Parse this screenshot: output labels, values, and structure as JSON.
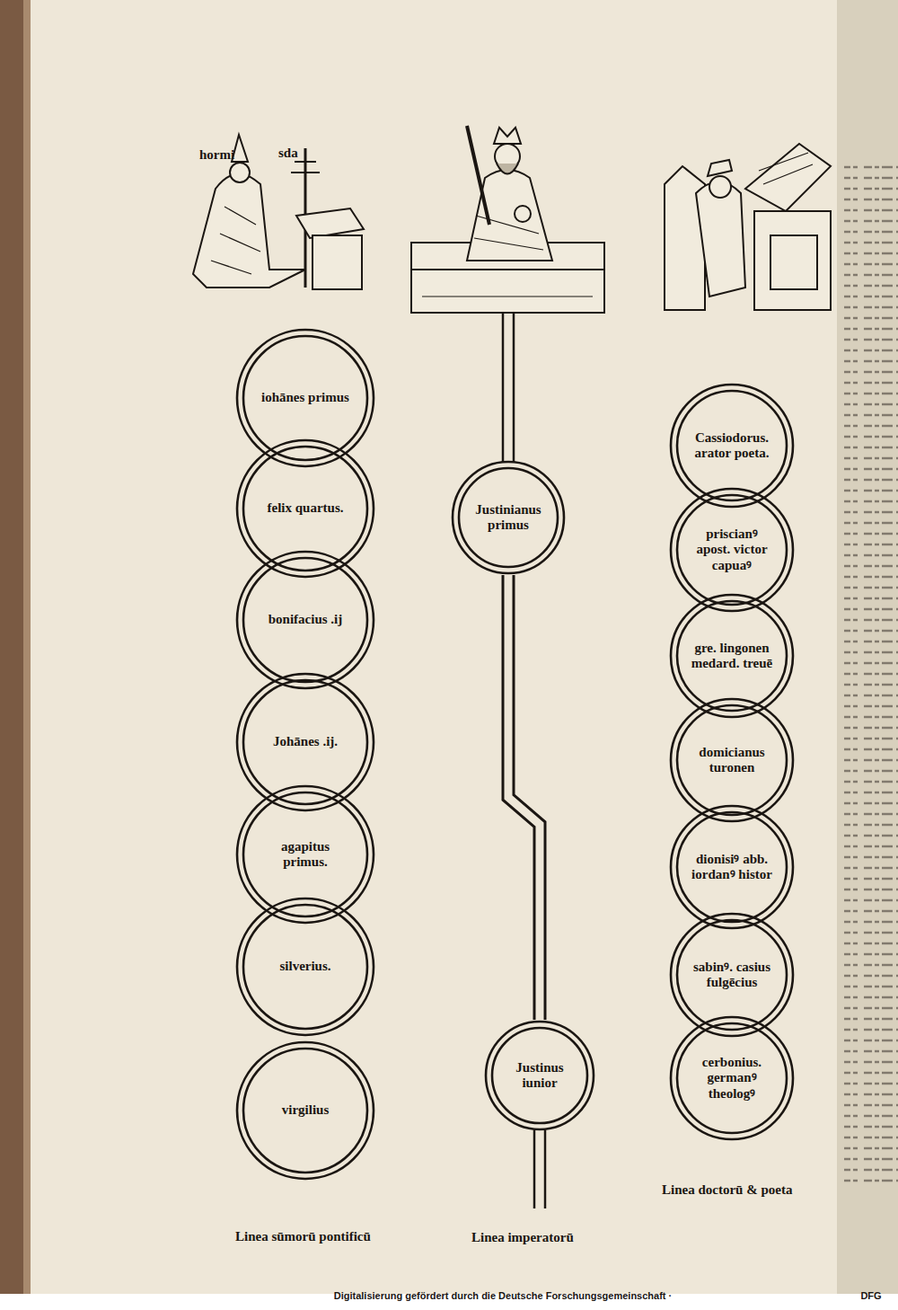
{
  "diagram": {
    "nodes": [
      {
        "text": [
          "iohānes primus"
        ]
      },
      {
        "text": [
          "felix quartus."
        ]
      },
      {
        "text": [
          "bonifacius .ij"
        ]
      },
      {
        "text": [
          "Johānes .ij."
        ]
      },
      {
        "text": [
          "agapitus primus."
        ]
      },
      {
        "text": [
          "silverius."
        ]
      },
      {
        "text": [
          "virgilius"
        ]
      },
      {
        "text": [
          "Justinianus primus"
        ]
      },
      {
        "text": [
          "Justinus iunior"
        ]
      },
      {
        "text": [
          "Cassiodorus. arator poeta."
        ]
      },
      {
        "text": [
          "priscianꝰ apost. victor capuaꝰ"
        ]
      },
      {
        "text": [
          "gre. lingonen medard. treuē"
        ]
      },
      {
        "text": [
          "domicianus turonen"
        ]
      },
      {
        "text": [
          "dionisiꝰ abb. iordanꝰ histor"
        ]
      },
      {
        "text": [
          "sabinꝰ. casius fulgēcius"
        ]
      },
      {
        "text": [
          "cerbonius. germanꝰ theologꝰ"
        ]
      }
    ],
    "edges": [
      {
        "from": 7,
        "to": 8,
        "arrow": "none"
      }
    ],
    "labels": [
      "hormi",
      "sda",
      "Linea sūmorū pontificū",
      "Linea imperatorū",
      "Linea doctorū & poeta",
      "Digitalisierung gefördert durch die Deutsche Forschungsgemeinschaft ·",
      "DFG"
    ]
  }
}
